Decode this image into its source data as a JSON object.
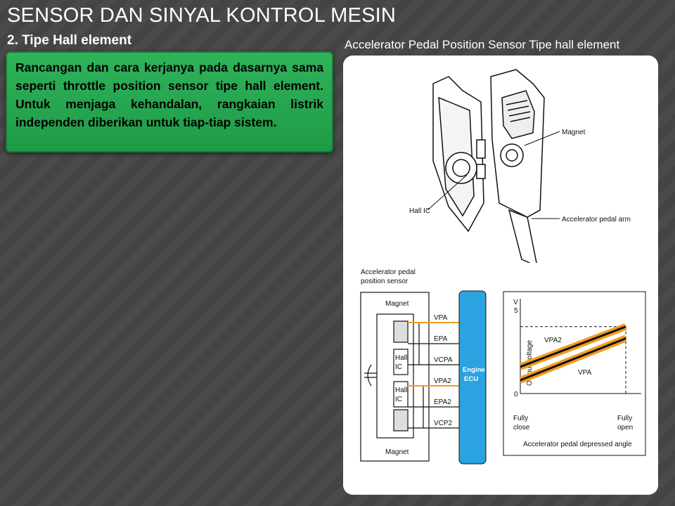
{
  "slide": {
    "title": "SENSOR DAN SINYAL KONTROL MESIN",
    "subtitle": "2. Tipe Hall element",
    "body_text": "Rancangan dan cara kerjanya  pada dasarnya sama seperti throttle position sensor tipe hall element.  Untuk  menjaga  kehandalan, rangkaian listrik independen diberikan untuk tiap-tiap sistem.",
    "figure_caption": "Accelerator Pedal Position Sensor Tipe hall element"
  },
  "colors": {
    "background": "#454545",
    "text_box": "#22a24d",
    "figure_panel": "#cdeaef",
    "ecu_block": "#2aa3e0",
    "signal_line": "#f39c1f"
  },
  "illustration": {
    "labels": {
      "magnet": "Magnet",
      "hall_ic": "Hall IC",
      "pedal_arm": "Accelerator pedal arm"
    }
  },
  "circuit": {
    "sensor_title_line1": "Accelerator pedal",
    "sensor_title_line2": "position sensor",
    "magnet_top": "Magnet",
    "magnet_bottom": "Magnet",
    "hall_label_a": "Hall",
    "hall_label_b": "IC",
    "terminals": [
      "VPA",
      "EPA",
      "VCPA",
      "VPA2",
      "EPA2",
      "VCP2"
    ],
    "ecu_line1": "Engine",
    "ecu_line2": "ECU"
  },
  "chart_data": {
    "type": "line",
    "ylabel": "Output voltage",
    "y_unit": "V",
    "y_ticks": [
      "5",
      "0"
    ],
    "x_ticks": [
      "Fully close",
      "Fully open"
    ],
    "x_tick_line1": [
      "Fully",
      "Fully"
    ],
    "x_tick_line2": [
      "close",
      "open"
    ],
    "xlabel": "Accelerator pedal depressed angle",
    "x": [
      0,
      1
    ],
    "ylim": [
      0,
      5
    ],
    "series": [
      {
        "name": "VPA2",
        "values": [
          1.6,
          4.0
        ]
      },
      {
        "name": "VPA",
        "values": [
          0.8,
          3.3
        ]
      }
    ],
    "reference_line": 4.0
  }
}
